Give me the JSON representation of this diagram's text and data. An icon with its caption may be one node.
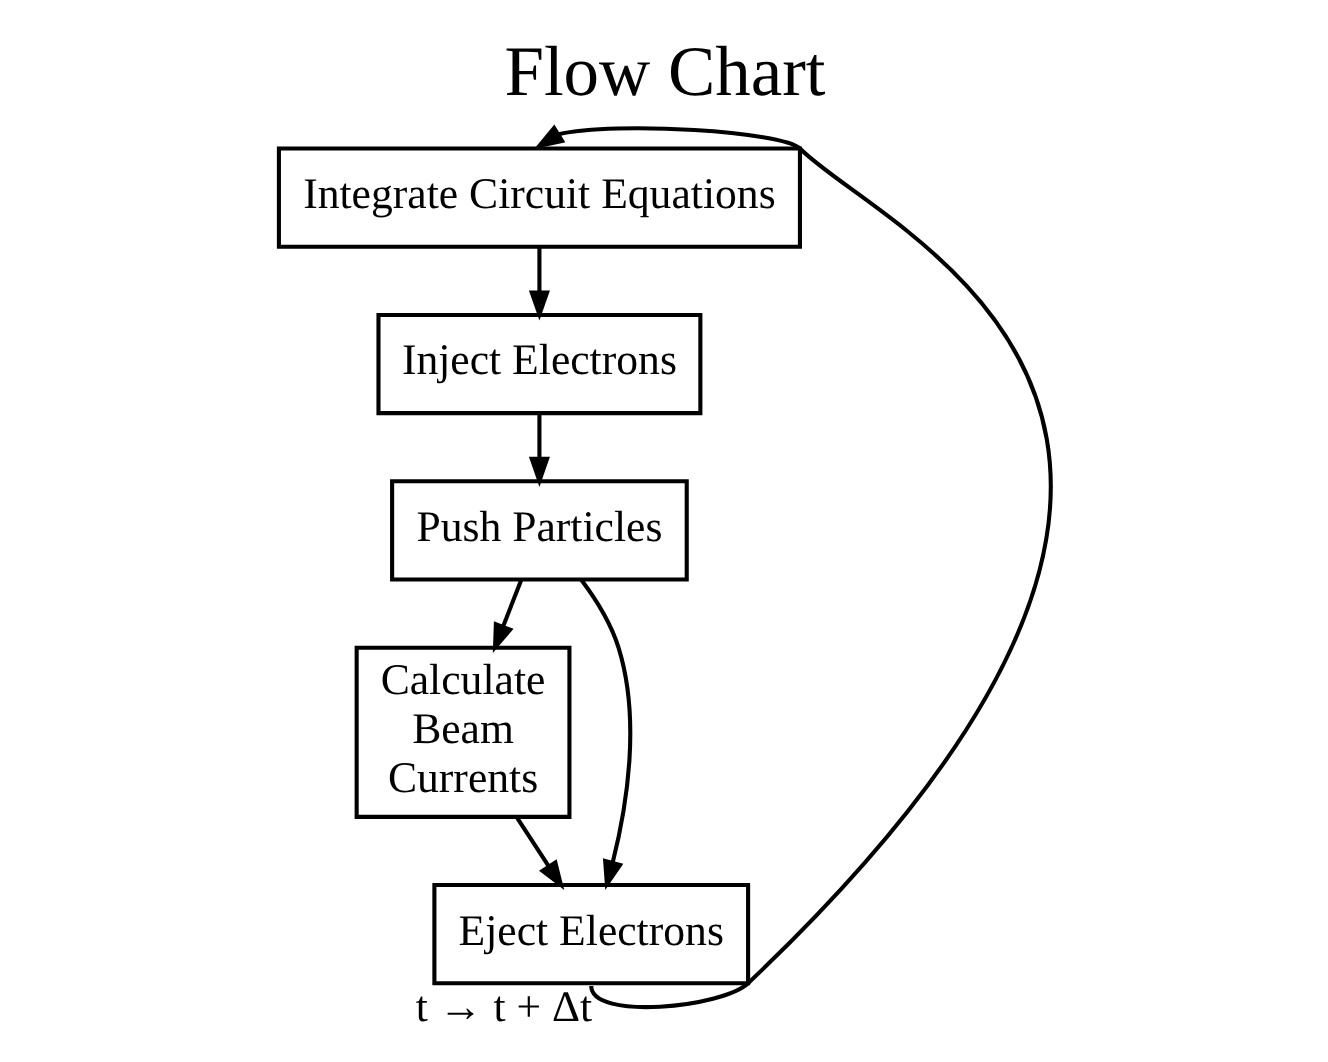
{
  "diagram": {
    "title": "Flow Chart",
    "nodes": [
      {
        "text": [
          "Integrate Circuit Equations"
        ]
      },
      {
        "text": [
          "Inject Electrons"
        ]
      },
      {
        "text": [
          "Push Particles"
        ]
      },
      {
        "text": [
          "Calculate Beam Currents"
        ]
      },
      {
        "text": [
          "Eject Electrons"
        ]
      }
    ],
    "edges": [
      {
        "from": 0,
        "to": 1,
        "arrow": "to"
      },
      {
        "from": 1,
        "to": 2,
        "arrow": "to"
      },
      {
        "from": 2,
        "to": 4,
        "arrow": "to"
      },
      {
        "from": 2,
        "to": 3,
        "arrow": "to"
      },
      {
        "from": 3,
        "to": 4,
        "arrow": "to"
      },
      {
        "from": 4,
        "to": 0,
        "arrow": "to",
        "label": "t → t + Δt"
      }
    ]
  }
}
